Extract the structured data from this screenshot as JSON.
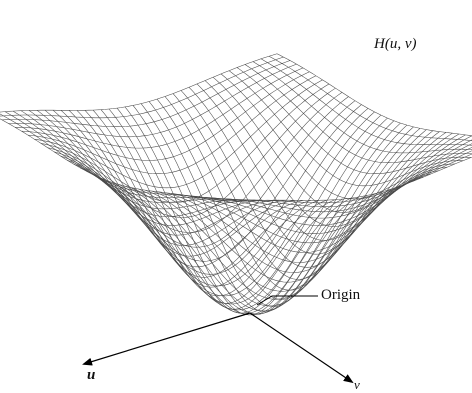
{
  "labels": {
    "function": "H(u, v)",
    "origin": "Origin",
    "u_axis": "u",
    "v_axis": "v"
  },
  "colors": {
    "mesh": "#4a4a4a",
    "axes": "#000000",
    "background": "#ffffff"
  }
}
